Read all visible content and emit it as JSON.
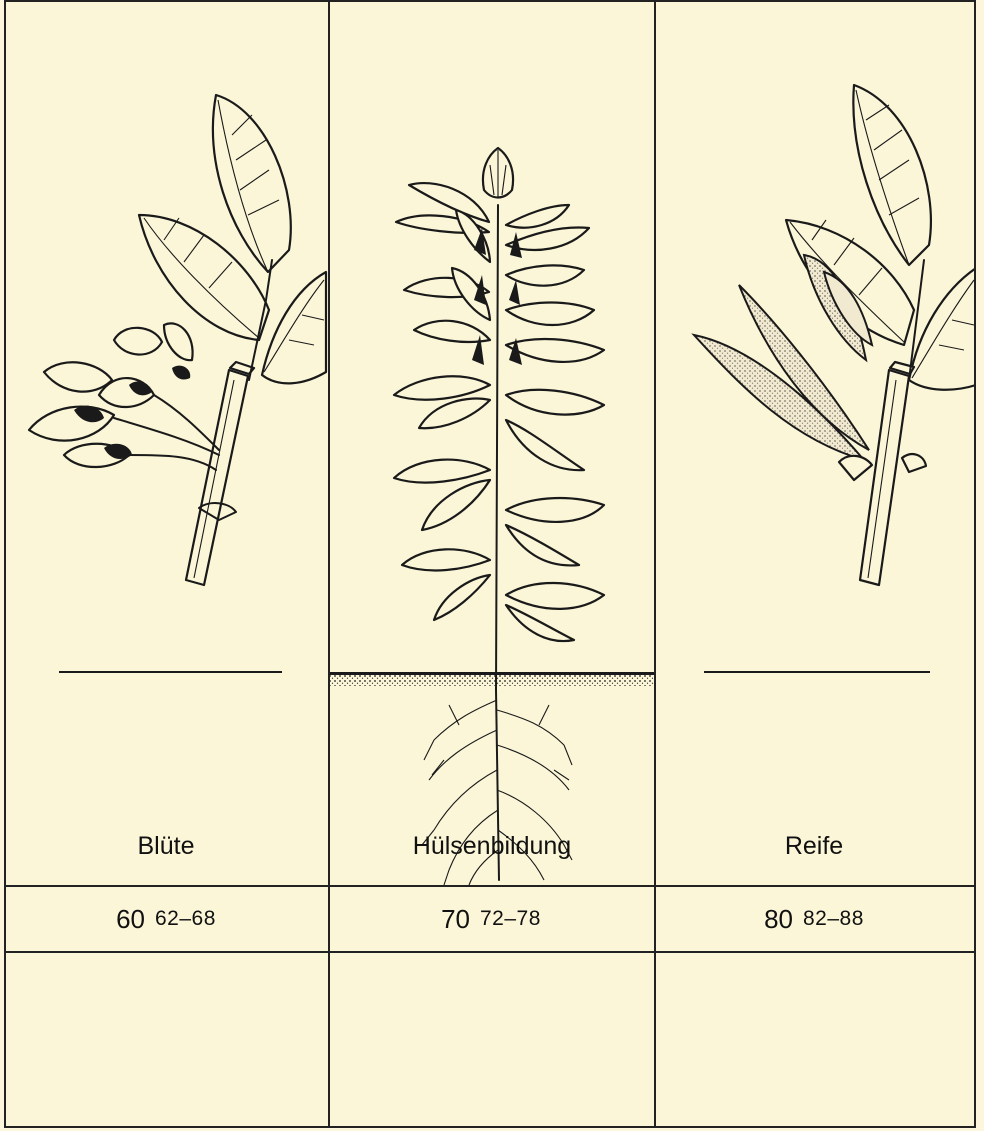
{
  "stages": [
    {
      "code": "60",
      "range": "62–68",
      "name": "Blüte"
    },
    {
      "code": "70",
      "range": "72–78",
      "name": "Hülsenbildung"
    },
    {
      "code": "80",
      "range": "82–88",
      "name": "Reife"
    }
  ]
}
